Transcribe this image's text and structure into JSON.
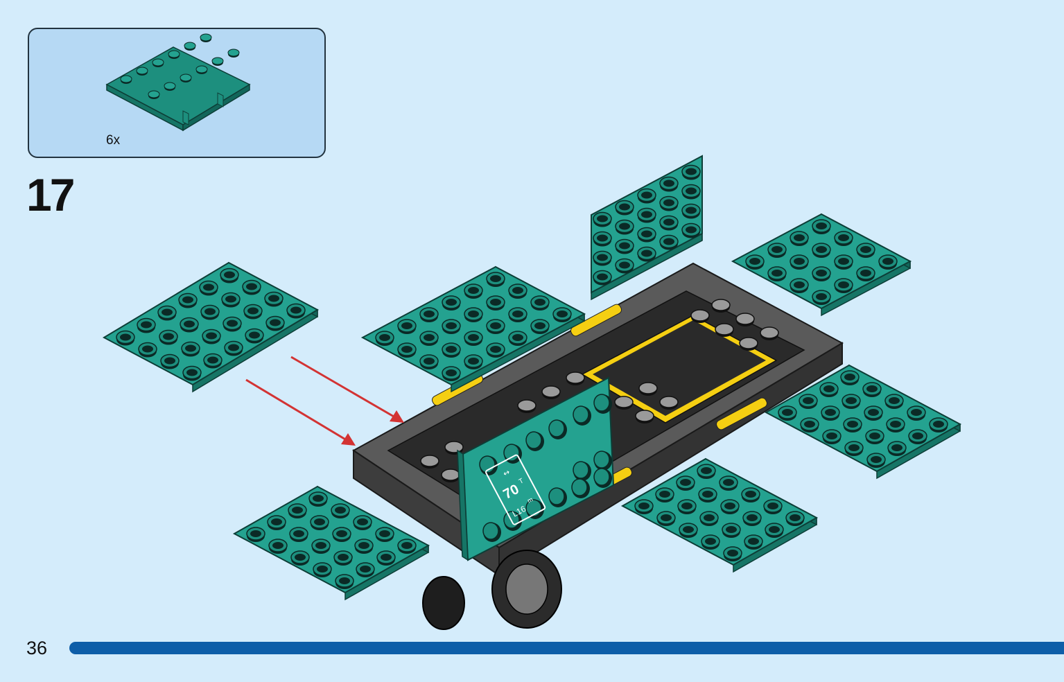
{
  "parts_callout": {
    "quantity": "6x",
    "part_color": "#24a290",
    "part_icon": "teal-4x6-plate-with-clips"
  },
  "step": {
    "number": "17"
  },
  "page": {
    "number": "36"
  },
  "model": {
    "plate_color": "#24a290",
    "chassis_color": "#5a5a5a",
    "accent_color": "#f5cf12",
    "arrow_color": "#d33333"
  },
  "decal": {
    "capacity": "70",
    "capacity_unit": "T",
    "length": "L16",
    "length_unit": "m"
  },
  "progress": {
    "fraction": 1.0,
    "color": "#0e5ea8"
  }
}
